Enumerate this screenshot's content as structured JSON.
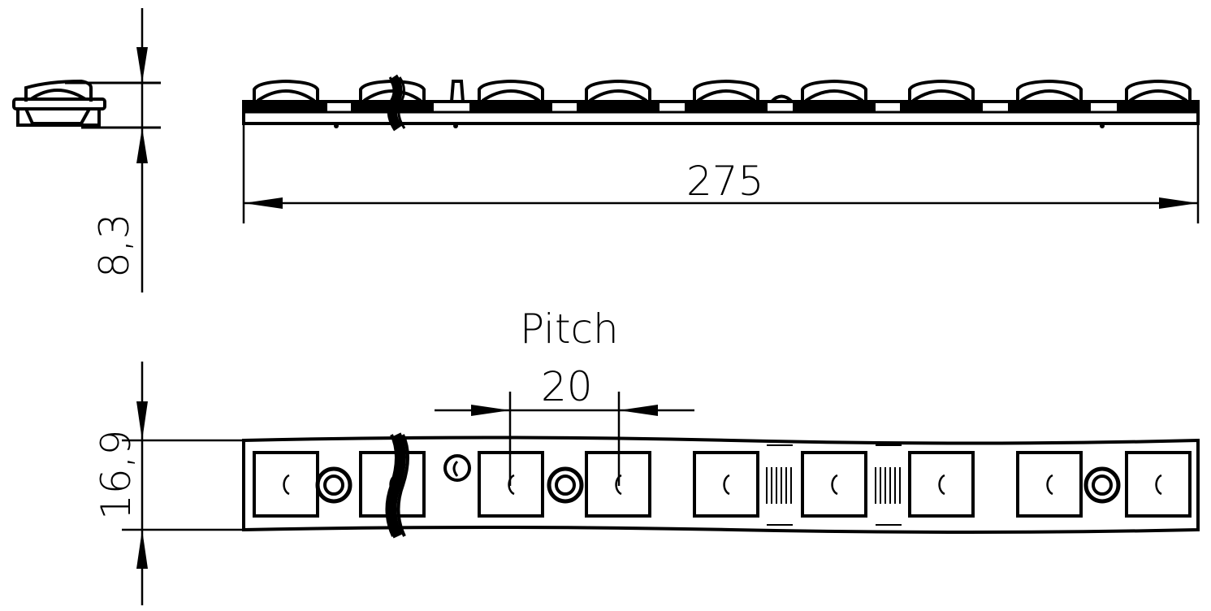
{
  "drawing": {
    "length_label": "275",
    "height_label": "8,3",
    "width_label": "16,9",
    "pitch_title": "Pitch",
    "pitch_value": "20"
  },
  "colors": {
    "line": "#000000",
    "background": "#ffffff"
  }
}
